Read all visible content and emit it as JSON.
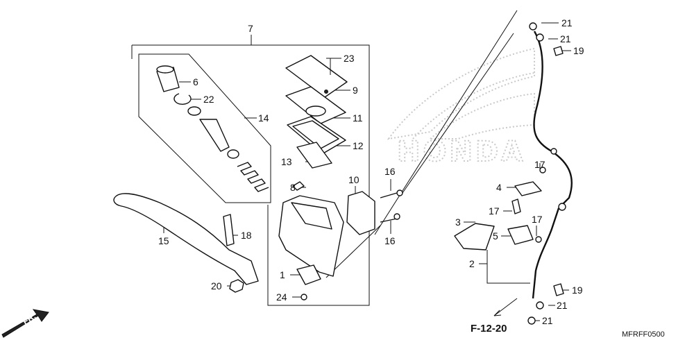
{
  "labels": {
    "p1": "1",
    "p2": "2",
    "p3": "3",
    "p4": "4",
    "p5": "5",
    "p6": "6",
    "p7": "7",
    "p8": "8",
    "p9": "9",
    "p10": "10",
    "p11": "11",
    "p12": "12",
    "p13": "13",
    "p14": "14",
    "p15": "15",
    "p16a": "16",
    "p16b": "16",
    "p17a": "17",
    "p17b": "17",
    "p17c": "17",
    "p18": "18",
    "p19a": "19",
    "p19b": "19",
    "p20": "20",
    "p21a": "21",
    "p21b": "21",
    "p21c": "21",
    "p21d": "21",
    "p22": "22",
    "p23": "23",
    "p24": "24"
  },
  "reference": "F-12-20",
  "diagram_code": "MFRFF0500",
  "direction": "FR.",
  "watermark": "HONDA",
  "colors": {
    "ink": "#111111",
    "watermark": "#c9c9c9",
    "background": "#ffffff"
  }
}
